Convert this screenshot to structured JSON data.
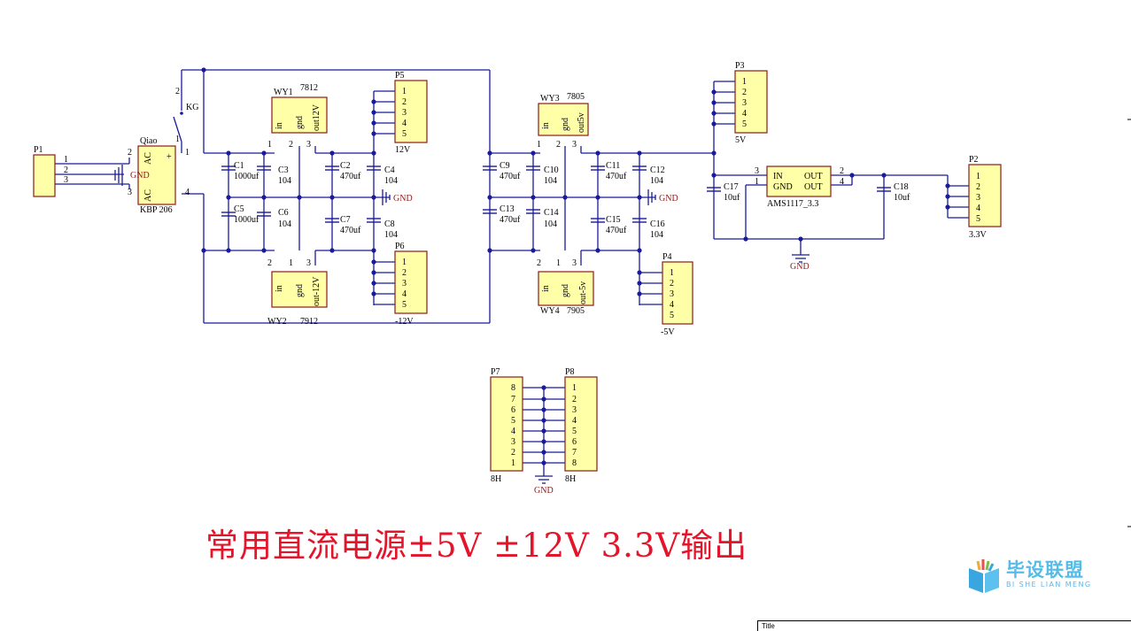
{
  "caption": "常用直流电源±5V ±12V 3.3V输出",
  "watermark": {
    "title": "毕设联盟",
    "subtitle": "BI SHE LIAN MENG",
    "icon": "book-icon"
  },
  "title_block": {
    "label": "Title"
  },
  "colors": {
    "wire": "#1a1a9c",
    "component_fill": "#ffffa8",
    "component_border": "#8b1a1a",
    "caption": "#e4142a"
  },
  "components": {
    "p1": "P1",
    "qiao": "Qiao",
    "kbp": "KBP 206",
    "kg": "KG",
    "wy1": "WY1",
    "wy1_val": "7812",
    "wy2": "WY2",
    "wy2_val": "7912",
    "wy3": "WY3",
    "wy3_val": "7805",
    "wy4": "WY4",
    "wy4_val": "7905",
    "p5": "P5",
    "p5_val": "12V",
    "p6": "P6",
    "p6_val": "-12V",
    "p3": "P3",
    "p3_val": "5V",
    "p4": "P4",
    "p4_val": "-5V",
    "p2": "P2",
    "p2_val": "3.3V",
    "ams": "AMS1117_3.3",
    "p7": "P7",
    "p7_val": "8H",
    "p8": "P8",
    "p8_val": "8H",
    "gnd": "GND",
    "c1": "C1",
    "c1_val": "1000uf",
    "c2": "C2",
    "c2_val": "470uf",
    "c3": "C3",
    "c3_val": "104",
    "c4": "C4",
    "c4_val": "104",
    "c5": "C5",
    "c5_val": "1000uf",
    "c6": "C6",
    "c6_val": "104",
    "c7": "C7",
    "c7_val": "470uf",
    "c8": "C8",
    "c8_val": "104",
    "c9": "C9",
    "c9_val": "470uf",
    "c10": "C10",
    "c10_val": "104",
    "c11": "C11",
    "c11_val": "470uf",
    "c12": "C12",
    "c12_val": "104",
    "c13": "C13",
    "c13_val": "470uf",
    "c14": "C14",
    "c14_val": "104",
    "c15": "C15",
    "c15_val": "470uf",
    "c16": "C16",
    "c16_val": "104",
    "c17": "C17",
    "c17_val": "10uf",
    "c18": "C18",
    "c18_val": "10uf"
  },
  "reg_pins": {
    "in": "in",
    "gnd": "gnd",
    "out12": "out12V",
    "outm12": "out-12V",
    "out5": "out5v",
    "outm5": "out-5v"
  },
  "ams_pins": {
    "in": "IN",
    "gnd": "GND",
    "out": "OUT"
  },
  "bridge_pins": {
    "ac": "AC",
    "plus": "+"
  },
  "pin_numbers": {
    "n1": "1",
    "n2": "2",
    "n3": "3",
    "n4": "4",
    "n5": "5",
    "n6": "6",
    "n7": "7",
    "n8": "8"
  }
}
